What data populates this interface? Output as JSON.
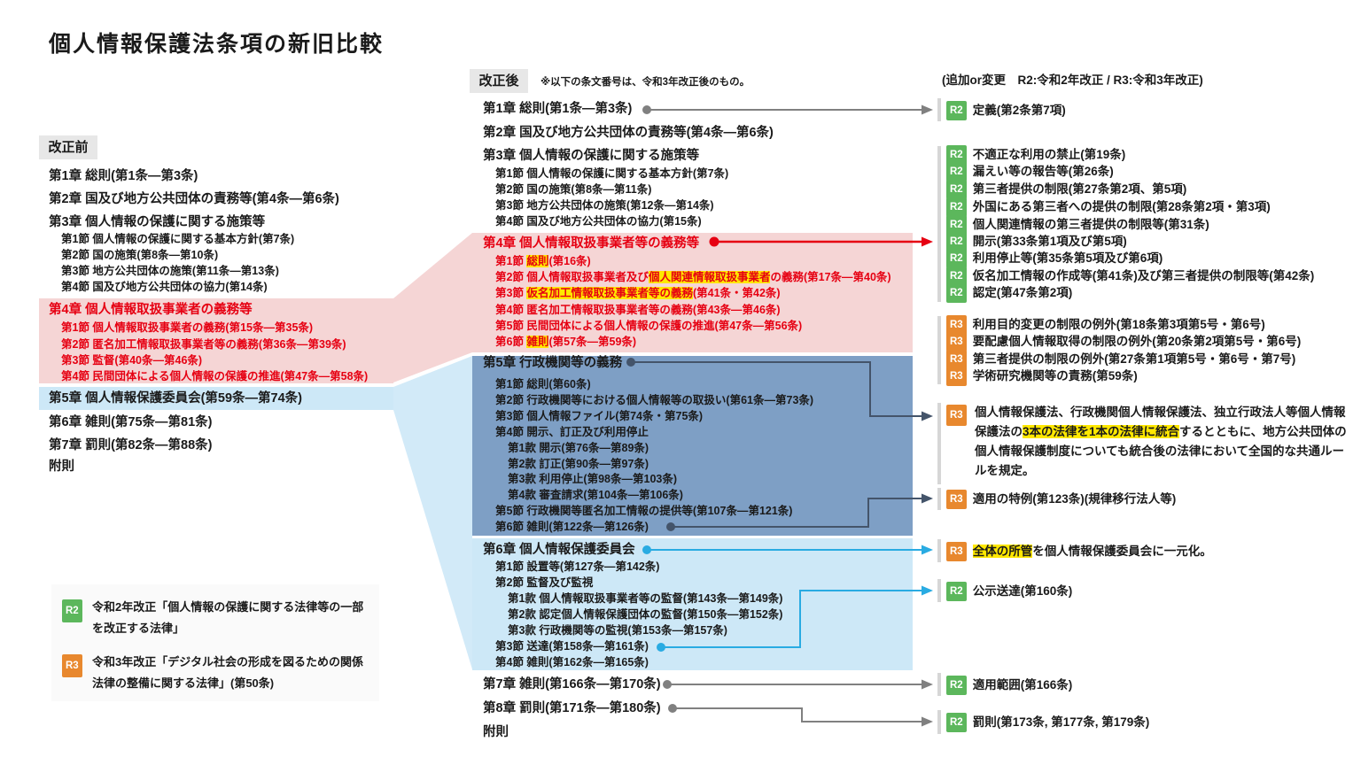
{
  "title": "個人情報保護法条項の新旧比較",
  "old_column": {
    "label": "改正前",
    "rows": [
      {
        "level": "ch",
        "parts": [
          {
            "t": "第1章 総則(第1条—第3条)"
          }
        ]
      },
      {
        "level": "ch",
        "parts": [
          {
            "t": "第2章 国及び地方公共団体の責務等(第4条—第6条)"
          }
        ]
      },
      {
        "level": "ch",
        "parts": [
          {
            "t": "第3章 個人情報の保護に関する施策等"
          }
        ]
      },
      {
        "level": "s",
        "parts": [
          {
            "t": "第1節 個人情報の保護に関する基本方針(第7条)"
          }
        ]
      },
      {
        "level": "s",
        "parts": [
          {
            "t": "第2節 国の施策(第8条—第10条)"
          }
        ]
      },
      {
        "level": "s",
        "parts": [
          {
            "t": "第3節 地方公共団体の施策(第11条—第13条)"
          }
        ]
      },
      {
        "level": "s",
        "parts": [
          {
            "t": "第4節 国及び地方公共団体の協力(第14条)"
          }
        ]
      },
      {
        "level": "ch",
        "red": true,
        "parts": [
          {
            "t": "第4章 個人情報取扱事業者の義務等"
          }
        ]
      },
      {
        "level": "s",
        "red": true,
        "parts": [
          {
            "t": "第1節 個人情報取扱事業者の義務(第15条—第35条)"
          }
        ]
      },
      {
        "level": "s",
        "red": true,
        "parts": [
          {
            "t": "第2節 匿名加工情報取扱事業者等の義務(第36条—第39条)"
          }
        ]
      },
      {
        "level": "s",
        "red": true,
        "parts": [
          {
            "t": "第3節 監督(第40条—第46条)"
          }
        ]
      },
      {
        "level": "s",
        "red": true,
        "parts": [
          {
            "t": "第4節 民間団体による個人情報の保護の推進(第47条—第58条)"
          }
        ]
      },
      {
        "level": "ch",
        "parts": [
          {
            "t": "第5章 個人情報保護委員会(第59条—第74条)"
          }
        ]
      },
      {
        "level": "ch",
        "parts": [
          {
            "t": "第6章 雑則(第75条—第81条)"
          }
        ]
      },
      {
        "level": "ch",
        "parts": [
          {
            "t": "第7章 罰則(第82条—第88条)"
          }
        ]
      },
      {
        "level": "ch",
        "parts": [
          {
            "t": "附則"
          }
        ]
      }
    ]
  },
  "new_column": {
    "label": "改正後",
    "note": "※以下の条文番号は、令和3年改正後のもの。",
    "rows": [
      {
        "level": "ch",
        "parts": [
          {
            "t": "第1章 総則(第1条—第3条)"
          }
        ]
      },
      {
        "level": "ch",
        "parts": [
          {
            "t": "第2章 国及び地方公共団体の責務等(第4条—第6条)"
          }
        ]
      },
      {
        "level": "ch",
        "parts": [
          {
            "t": "第3章 個人情報の保護に関する施策等"
          }
        ]
      },
      {
        "level": "s",
        "parts": [
          {
            "t": "第1節 個人情報の保護に関する基本方針(第7条)"
          }
        ]
      },
      {
        "level": "s",
        "parts": [
          {
            "t": "第2節 国の施策(第8条—第11条)"
          }
        ]
      },
      {
        "level": "s",
        "parts": [
          {
            "t": "第3節 地方公共団体の施策(第12条—第14条)"
          }
        ]
      },
      {
        "level": "s",
        "parts": [
          {
            "t": "第4節 国及び地方公共団体の協力(第15条)"
          }
        ]
      },
      {
        "level": "ch",
        "red": true,
        "parts": [
          {
            "t": "第4章 個人情報取扱事業者等の義務等"
          }
        ]
      },
      {
        "level": "s",
        "red": true,
        "parts": [
          {
            "t": "第1節 "
          },
          {
            "t": "総則",
            "hl": true
          },
          {
            "t": "(第16条)"
          }
        ]
      },
      {
        "level": "s",
        "red": true,
        "parts": [
          {
            "t": "第2節 個人情報取扱事業者及び"
          },
          {
            "t": "個人関連情報取扱事業者",
            "hl": true
          },
          {
            "t": "の義務(第17条—第40条)"
          }
        ]
      },
      {
        "level": "s",
        "red": true,
        "parts": [
          {
            "t": "第3節 "
          },
          {
            "t": "仮名加工情報取扱事業者等の義務",
            "hl": true
          },
          {
            "t": "(第41条・第42条)"
          }
        ]
      },
      {
        "level": "s",
        "red": true,
        "parts": [
          {
            "t": "第4節 匿名加工情報取扱事業者等の義務(第43条—第46条)"
          }
        ]
      },
      {
        "level": "s",
        "red": true,
        "parts": [
          {
            "t": "第5節 民間団体による個人情報の保護の推進(第47条—第56条)"
          }
        ]
      },
      {
        "level": "s",
        "red": true,
        "parts": [
          {
            "t": "第6節 "
          },
          {
            "t": "雑則",
            "hl": true
          },
          {
            "t": "(第57条—第59条)"
          }
        ]
      },
      {
        "level": "ch",
        "parts": [
          {
            "t": "第5章 行政機関等の義務"
          }
        ]
      },
      {
        "level": "s",
        "parts": [
          {
            "t": "第1節 総則(第60条)"
          }
        ]
      },
      {
        "level": "s",
        "parts": [
          {
            "t": "第2節 行政機関等における個人情報等の取扱い(第61条—第73条)"
          }
        ]
      },
      {
        "level": "s",
        "parts": [
          {
            "t": "第3節 個人情報ファイル(第74条・第75条)"
          }
        ]
      },
      {
        "level": "s",
        "parts": [
          {
            "t": "第4節 開示、訂正及び利用停止"
          }
        ]
      },
      {
        "level": "k",
        "parts": [
          {
            "t": "第1款 開示(第76条—第89条)"
          }
        ]
      },
      {
        "level": "k",
        "parts": [
          {
            "t": "第2款 訂正(第90条—第97条)"
          }
        ]
      },
      {
        "level": "k",
        "parts": [
          {
            "t": "第3款 利用停止(第98条—第103条)"
          }
        ]
      },
      {
        "level": "k",
        "parts": [
          {
            "t": "第4款 審査請求(第104条—第106条)"
          }
        ]
      },
      {
        "level": "s",
        "parts": [
          {
            "t": "第5節 行政機関等匿名加工情報の提供等(第107条—第121条)"
          }
        ]
      },
      {
        "level": "s",
        "parts": [
          {
            "t": "第6節 雑則(第122条—第126条)"
          }
        ]
      },
      {
        "level": "ch",
        "parts": [
          {
            "t": "第6章 個人情報保護委員会"
          }
        ]
      },
      {
        "level": "s",
        "parts": [
          {
            "t": "第1節 設置等(第127条—第142条)"
          }
        ]
      },
      {
        "level": "s",
        "parts": [
          {
            "t": "第2節 監督及び監視"
          }
        ]
      },
      {
        "level": "k",
        "parts": [
          {
            "t": "第1款 個人情報取扱事業者等の監督(第143条—第149条)"
          }
        ]
      },
      {
        "level": "k",
        "parts": [
          {
            "t": "第2款 認定個人情報保護団体の監督(第150条—第152条)"
          }
        ]
      },
      {
        "level": "k",
        "parts": [
          {
            "t": "第3款 行政機関等の監視(第153条—第157条)"
          }
        ]
      },
      {
        "level": "s",
        "parts": [
          {
            "t": "第3節 送達(第158条—第161条)"
          }
        ]
      },
      {
        "level": "s",
        "parts": [
          {
            "t": "第4節 雑則(第162条—第165条)"
          }
        ]
      },
      {
        "level": "ch",
        "parts": [
          {
            "t": "第7章 雑則(第166条—第170条)"
          }
        ]
      },
      {
        "level": "ch",
        "parts": [
          {
            "t": "第8章 罰則(第171条—第180条)"
          }
        ]
      },
      {
        "level": "ch",
        "parts": [
          {
            "t": "附則"
          }
        ]
      }
    ]
  },
  "right_column": {
    "header": "(追加or変更　R2:令和2年改正 / R3:令和3年改正)",
    "groups": [
      {
        "items": [
          {
            "badge": "R2",
            "parts": [
              {
                "t": "定義(第2条第7項)"
              }
            ]
          }
        ]
      },
      {
        "items": [
          {
            "badge": "R2",
            "parts": [
              {
                "t": "不適正な利用の禁止(第19条)"
              }
            ]
          },
          {
            "badge": "R2",
            "parts": [
              {
                "t": "漏えい等の報告等(第26条)"
              }
            ]
          },
          {
            "badge": "R2",
            "parts": [
              {
                "t": "第三者提供の制限(第27条第2項、第5項)"
              }
            ]
          },
          {
            "badge": "R2",
            "parts": [
              {
                "t": "外国にある第三者への提供の制限(第28条第2項・第3項)"
              }
            ]
          },
          {
            "badge": "R2",
            "parts": [
              {
                "t": "個人関連情報の第三者提供の制限等(第31条)"
              }
            ]
          },
          {
            "badge": "R2",
            "parts": [
              {
                "t": "開示(第33条第1項及び第5項)"
              }
            ]
          },
          {
            "badge": "R2",
            "parts": [
              {
                "t": "利用停止等(第35条第5項及び第6項)"
              }
            ]
          },
          {
            "badge": "R2",
            "parts": [
              {
                "t": "仮名加工情報の作成等(第41条)及び第三者提供の制限等(第42条)"
              }
            ]
          },
          {
            "badge": "R2",
            "parts": [
              {
                "t": "認定(第47条第2項)"
              }
            ]
          }
        ]
      },
      {
        "items": [
          {
            "badge": "R3",
            "parts": [
              {
                "t": "利用目的変更の制限の例外(第18条第3項第5号・第6号)"
              }
            ]
          },
          {
            "badge": "R3",
            "parts": [
              {
                "t": "要配慮個人情報取得の制限の例外(第20条第2項第5号・第6号)"
              }
            ]
          },
          {
            "badge": "R3",
            "parts": [
              {
                "t": "第三者提供の制限の例外(第27条第1項第5号・第6号・第7号)"
              }
            ]
          },
          {
            "badge": "R3",
            "parts": [
              {
                "t": "学術研究機関等の責務(第59条)"
              }
            ]
          }
        ]
      },
      {
        "items": [
          {
            "badge": "R3",
            "para": true,
            "parts": [
              {
                "t": "個人情報保護法、行政機関個人情報保護法、独立行政法人等個人情報保護法の"
              },
              {
                "t": "3本の法律を1本の法律に統合",
                "hl": true
              },
              {
                "t": "するとともに、地方公共団体の個人情報保護制度についても統合後の法律において全国的な共通ルールを規定。"
              }
            ]
          }
        ]
      },
      {
        "items": [
          {
            "badge": "R3",
            "parts": [
              {
                "t": "適用の特例(第123条)(規律移行法人等)"
              }
            ]
          }
        ]
      },
      {
        "items": [
          {
            "badge": "R3",
            "parts": [
              {
                "t": "全体の所管",
                "hl": true
              },
              {
                "t": "を個人情報保護委員会に一元化。"
              }
            ]
          }
        ]
      },
      {
        "items": [
          {
            "badge": "R2",
            "parts": [
              {
                "t": "公示送達(第160条)"
              }
            ]
          }
        ]
      },
      {
        "items": [
          {
            "badge": "R2",
            "parts": [
              {
                "t": "適用範囲(第166条)"
              }
            ]
          }
        ]
      },
      {
        "items": [
          {
            "badge": "R2",
            "parts": [
              {
                "t": "罰則(第173条, 第177条, 第179条)"
              }
            ]
          }
        ]
      }
    ]
  },
  "legend": {
    "r2_label": "R2",
    "r2_text": "令和2年改正「個人情報の保護に関する法律等の一部を改正する法律」",
    "r3_label": "R3",
    "r3_text": "令和3年改正「デジタル社会の形成を図るための関係法律の整備に関する法律」(第50条)"
  },
  "colors": {
    "red": "#e60012",
    "pink_box": "#f5d5d5",
    "steel_box": "#7e9fc5",
    "lightblue_box": "#cde8f7",
    "fan_blue": "#d2eaf8",
    "highlight_yellow": "#ffe800",
    "badge_green": "#5cb75c",
    "badge_orange": "#e8882e",
    "line_gray": "#808080",
    "line_slate": "#44546a",
    "line_blue": "#29abe2",
    "label_bg": "#e7e7e7"
  }
}
